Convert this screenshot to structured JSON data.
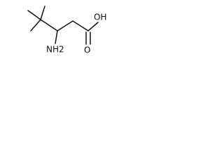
{
  "molecule": {
    "labels": {
      "amine": "NH2",
      "hydroxyl": "OH",
      "carbonyl_oxygen": "O"
    }
  }
}
